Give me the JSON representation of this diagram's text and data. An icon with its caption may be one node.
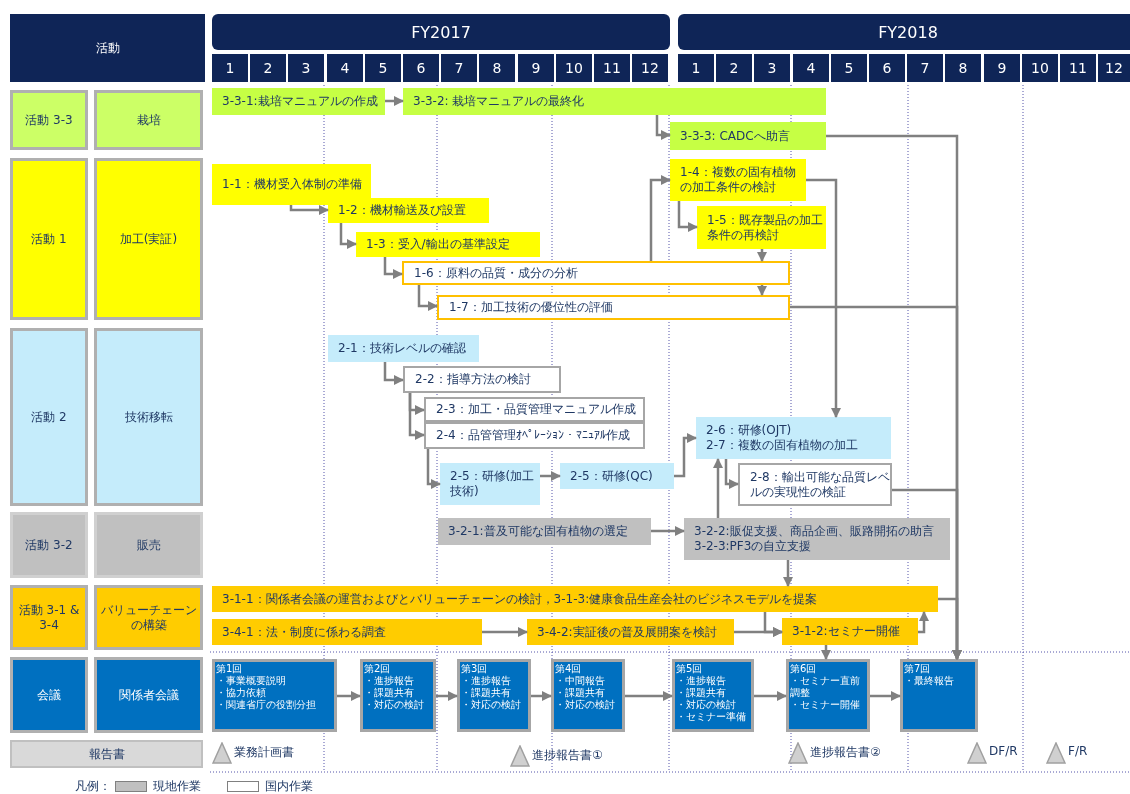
{
  "diagram": {
    "nodes": [
      {
        "text": [
          "活動"
        ]
      },
      {
        "text": [
          "FY2017"
        ]
      },
      {
        "text": [
          "FY2018"
        ]
      },
      {
        "text": [
          "1"
        ]
      },
      {
        "text": [
          "2"
        ]
      },
      {
        "text": [
          "3"
        ]
      },
      {
        "text": [
          "4"
        ]
      },
      {
        "text": [
          "5"
        ]
      },
      {
        "text": [
          "6"
        ]
      },
      {
        "text": [
          "7"
        ]
      },
      {
        "text": [
          "8"
        ]
      },
      {
        "text": [
          "9"
        ]
      },
      {
        "text": [
          "10"
        ]
      },
      {
        "text": [
          "11"
        ]
      },
      {
        "text": [
          "12"
        ]
      },
      {
        "text": [
          "1"
        ]
      },
      {
        "text": [
          "2"
        ]
      },
      {
        "text": [
          "3"
        ]
      },
      {
        "text": [
          "4"
        ]
      },
      {
        "text": [
          "5"
        ]
      },
      {
        "text": [
          "6"
        ]
      },
      {
        "text": [
          "7"
        ]
      },
      {
        "text": [
          "8"
        ]
      },
      {
        "text": [
          "9"
        ]
      },
      {
        "text": [
          "10"
        ]
      },
      {
        "text": [
          "11"
        ]
      },
      {
        "text": [
          "12"
        ]
      },
      {
        "text": [
          "活動 3-3"
        ]
      },
      {
        "text": [
          "栽培"
        ]
      },
      {
        "text": [
          "3-3-1:栽培マニュアルの作成"
        ]
      },
      {
        "text": [
          "3-3-2: 栽培マニュアルの最終化"
        ]
      },
      {
        "text": [
          "3-3-3: CADCへ助言"
        ]
      },
      {
        "text": [
          "活動 1"
        ]
      },
      {
        "text": [
          "加工(実証)"
        ]
      },
      {
        "text": [
          "1-1：機材受入体制の準備"
        ]
      },
      {
        "text": [
          "1-2：機材輸送及び設置"
        ]
      },
      {
        "text": [
          "1-3：受入/輸出の基準設定"
        ]
      },
      {
        "text": [
          "1-6：原料の品質・成分の分析"
        ]
      },
      {
        "text": [
          "1-7：加工技術の優位性の評価"
        ]
      },
      {
        "text": [
          "1-4：複数の固有植物の加工条件の検討"
        ]
      },
      {
        "text": [
          "1-5：既存製品の加工条件の再検討"
        ]
      },
      {
        "text": [
          "活動 2"
        ]
      },
      {
        "text": [
          "技術移転"
        ]
      },
      {
        "text": [
          "2-1：技術レベルの確認"
        ]
      },
      {
        "text": [
          "2-2：指導方法の検討"
        ]
      },
      {
        "text": [
          "2-3：加工・品質管理マニュアル作成"
        ]
      },
      {
        "text": [
          "2-4：品管管理ｵﾍﾟﾚｰｼｮﾝ・ﾏﾆｭｱﾙ作成"
        ]
      },
      {
        "text": [
          "2-5：研修(加工技術)"
        ]
      },
      {
        "text": [
          "2-5：研修(QC)"
        ]
      },
      {
        "text": [
          "2-6：研修(OJT)",
          "2-7：複数の固有植物の加工"
        ]
      },
      {
        "text": [
          "2-8：輸出可能な品質レベルの実現性の検証"
        ]
      },
      {
        "text": [
          "活動 3-2"
        ]
      },
      {
        "text": [
          "販売"
        ]
      },
      {
        "text": [
          "3-2-1:普及可能な固有植物の選定"
        ]
      },
      {
        "text": [
          "3-2-2:販促支援、商品企画、販路開拓の助言",
          "3-2-3:PF3の自立支援"
        ]
      },
      {
        "text": [
          "活動 3-1 & 3-4"
        ]
      },
      {
        "text": [
          "バリューチェーンの構築"
        ]
      },
      {
        "text": [
          "3-1-1：関係者会議の運営およびとバリューチェーンの検討，3-1-3:健康食品生産会社のビジネスモデルを提案"
        ]
      },
      {
        "text": [
          "3-4-1：法・制度に係わる調査"
        ]
      },
      {
        "text": [
          "3-4-2:実証後の普及展開案を検討"
        ]
      },
      {
        "text": [
          "3-1-2:セミナー開催"
        ]
      },
      {
        "text": [
          "会議"
        ]
      },
      {
        "text": [
          "関係者会議"
        ]
      },
      {
        "text": [
          "第1回",
          "・事業概要説明",
          "・協力依頼",
          "・関連省庁の役割分担"
        ]
      },
      {
        "text": [
          "第2回",
          "・進捗報告",
          "・課題共有",
          "・対応の検討"
        ]
      },
      {
        "text": [
          "第3回",
          "・進捗報告",
          "・課題共有",
          "・対応の検討"
        ]
      },
      {
        "text": [
          "第4回",
          "・中間報告",
          "・課題共有",
          "・対応の検討"
        ]
      },
      {
        "text": [
          "第5回",
          "・進捗報告",
          "・課題共有",
          "・対応の検討",
          "・セミナー準備"
        ]
      },
      {
        "text": [
          "第6回",
          "・セミナー直前調整",
          "・セミナー開催"
        ]
      },
      {
        "text": [
          "第7回",
          "・最終報告"
        ]
      },
      {
        "text": [
          "報告書"
        ]
      },
      {
        "text": [],
        "shape": "triangle",
        "beside": [
          "業務計画書"
        ]
      },
      {
        "text": [],
        "shape": "triangle",
        "beside": [
          "進捗報告書①"
        ]
      },
      {
        "text": [],
        "shape": "triangle",
        "beside": [
          "進捗報告書②"
        ]
      },
      {
        "text": [],
        "shape": "triangle",
        "beside": [
          "DF/R"
        ]
      },
      {
        "text": [],
        "shape": "triangle",
        "beside": [
          "F/R"
        ]
      }
    ],
    "edges": [
      {
        "from": 29,
        "to": 30,
        "arrow": "to"
      },
      {
        "from": 30,
        "to": 31,
        "arrow": "to"
      },
      {
        "from": 34,
        "to": 35,
        "arrow": "to"
      },
      {
        "from": 35,
        "to": 36,
        "arrow": "to"
      },
      {
        "from": 36,
        "to": 37,
        "arrow": "to"
      },
      {
        "from": 37,
        "to": 38,
        "arrow": "to"
      },
      {
        "from": 37,
        "to": 39,
        "arrow": "to"
      },
      {
        "from": 39,
        "to": 40,
        "arrow": "to"
      },
      {
        "from": 40,
        "to": 37,
        "arrow": "to"
      },
      {
        "from": 37,
        "to": 38,
        "arrow": "to"
      },
      {
        "from": 39,
        "to": 49,
        "arrow": "to"
      },
      {
        "from": 31,
        "to": 69,
        "arrow": "to"
      },
      {
        "from": 38,
        "to": 69,
        "arrow": "to"
      },
      {
        "from": 50,
        "to": 69,
        "arrow": "to"
      },
      {
        "from": 57,
        "to": 69,
        "arrow": "to"
      },
      {
        "from": 43,
        "to": 44,
        "arrow": "to"
      },
      {
        "from": 44,
        "to": 45,
        "arrow": "to"
      },
      {
        "from": 44,
        "to": 46,
        "arrow": "to"
      },
      {
        "from": 46,
        "to": 47,
        "arrow": "to"
      },
      {
        "from": 47,
        "to": 48,
        "arrow": "to"
      },
      {
        "from": 48,
        "to": 49,
        "arrow": "to"
      },
      {
        "from": 49,
        "to": 50,
        "arrow": "to"
      },
      {
        "from": 53,
        "to": 54,
        "arrow": "to"
      },
      {
        "from": 54,
        "to": 49,
        "arrow": "to"
      },
      {
        "from": 54,
        "to": 57,
        "arrow": "to"
      },
      {
        "from": 58,
        "to": 59,
        "arrow": "to"
      },
      {
        "from": 59,
        "to": 60,
        "arrow": "to"
      },
      {
        "from": 57,
        "to": 60,
        "arrow": "to"
      },
      {
        "from": 60,
        "to": 57,
        "arrow": "to"
      },
      {
        "from": 60,
        "to": 68,
        "arrow": "to"
      },
      {
        "from": 63,
        "to": 64,
        "arrow": "to"
      },
      {
        "from": 64,
        "to": 65,
        "arrow": "to"
      },
      {
        "from": 65,
        "to": 66,
        "arrow": "to"
      },
      {
        "from": 66,
        "to": 67,
        "arrow": "to"
      },
      {
        "from": 67,
        "to": 68,
        "arrow": "to"
      },
      {
        "from": 68,
        "to": 69,
        "arrow": "to"
      }
    ],
    "labels": [
      "凡例："
    ],
    "legend": [
      {
        "text": "現地作業",
        "color": "#c0c0c0"
      },
      {
        "text": "国内作業",
        "color": "#ffffff"
      }
    ]
  }
}
